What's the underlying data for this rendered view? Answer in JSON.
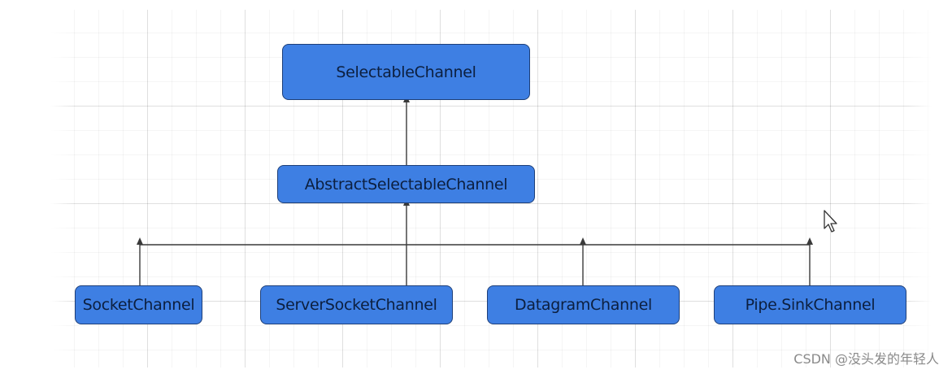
{
  "diagram": {
    "nodes": {
      "selectable": "SelectableChannel",
      "abstract": "AbstractSelectableChannel",
      "socket": "SocketChannel",
      "server_socket": "ServerSocketChannel",
      "datagram": "DatagramChannel",
      "pipe_sink": "Pipe.SinkChannel"
    },
    "edges": [
      {
        "from": "abstract",
        "to": "selectable"
      },
      {
        "from": "socket",
        "to": "abstract"
      },
      {
        "from": "server_socket",
        "to": "abstract"
      },
      {
        "from": "datagram",
        "to": "abstract"
      },
      {
        "from": "pipe_sink",
        "to": "abstract"
      }
    ]
  },
  "colors": {
    "node_fill": "#3e7fe3",
    "node_border": "#1e3f78",
    "node_text": "#0c1f3f",
    "line": "#3a3a3a"
  },
  "icons": {
    "cursor": "mouse-pointer-icon"
  },
  "watermark": "CSDN @没头发的年轻人"
}
